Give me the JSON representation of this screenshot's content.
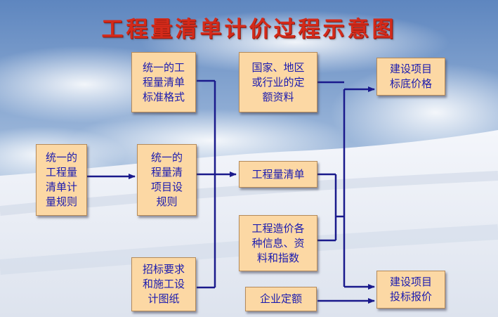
{
  "title": "工程量清单计价过程示意图",
  "colors": {
    "box_fill": "#fcd8a4",
    "box_text": "#1b1bb0",
    "title": "#d42a1a",
    "connector": "#1a1a8c"
  },
  "boxes": {
    "standard_format": "统一的工\n程量清单\n标准格式",
    "calc_rules": "统一的\n工程量\n清单计\n量规则",
    "item_rules": "统一的\n程量清\n项目设\n规则",
    "bid_requirements": "招标要求\n和施工设\n计图纸",
    "quota_data": "国家、地区\n或行业的定\n额资料",
    "bill": "工程量清单",
    "cost_info": "工程造价各\n种信息、资\n料和指数",
    "enterprise_quota": "企业定额",
    "base_price": "建设项目\n标底价格",
    "bid_price": "建设项目\n投标报价"
  }
}
